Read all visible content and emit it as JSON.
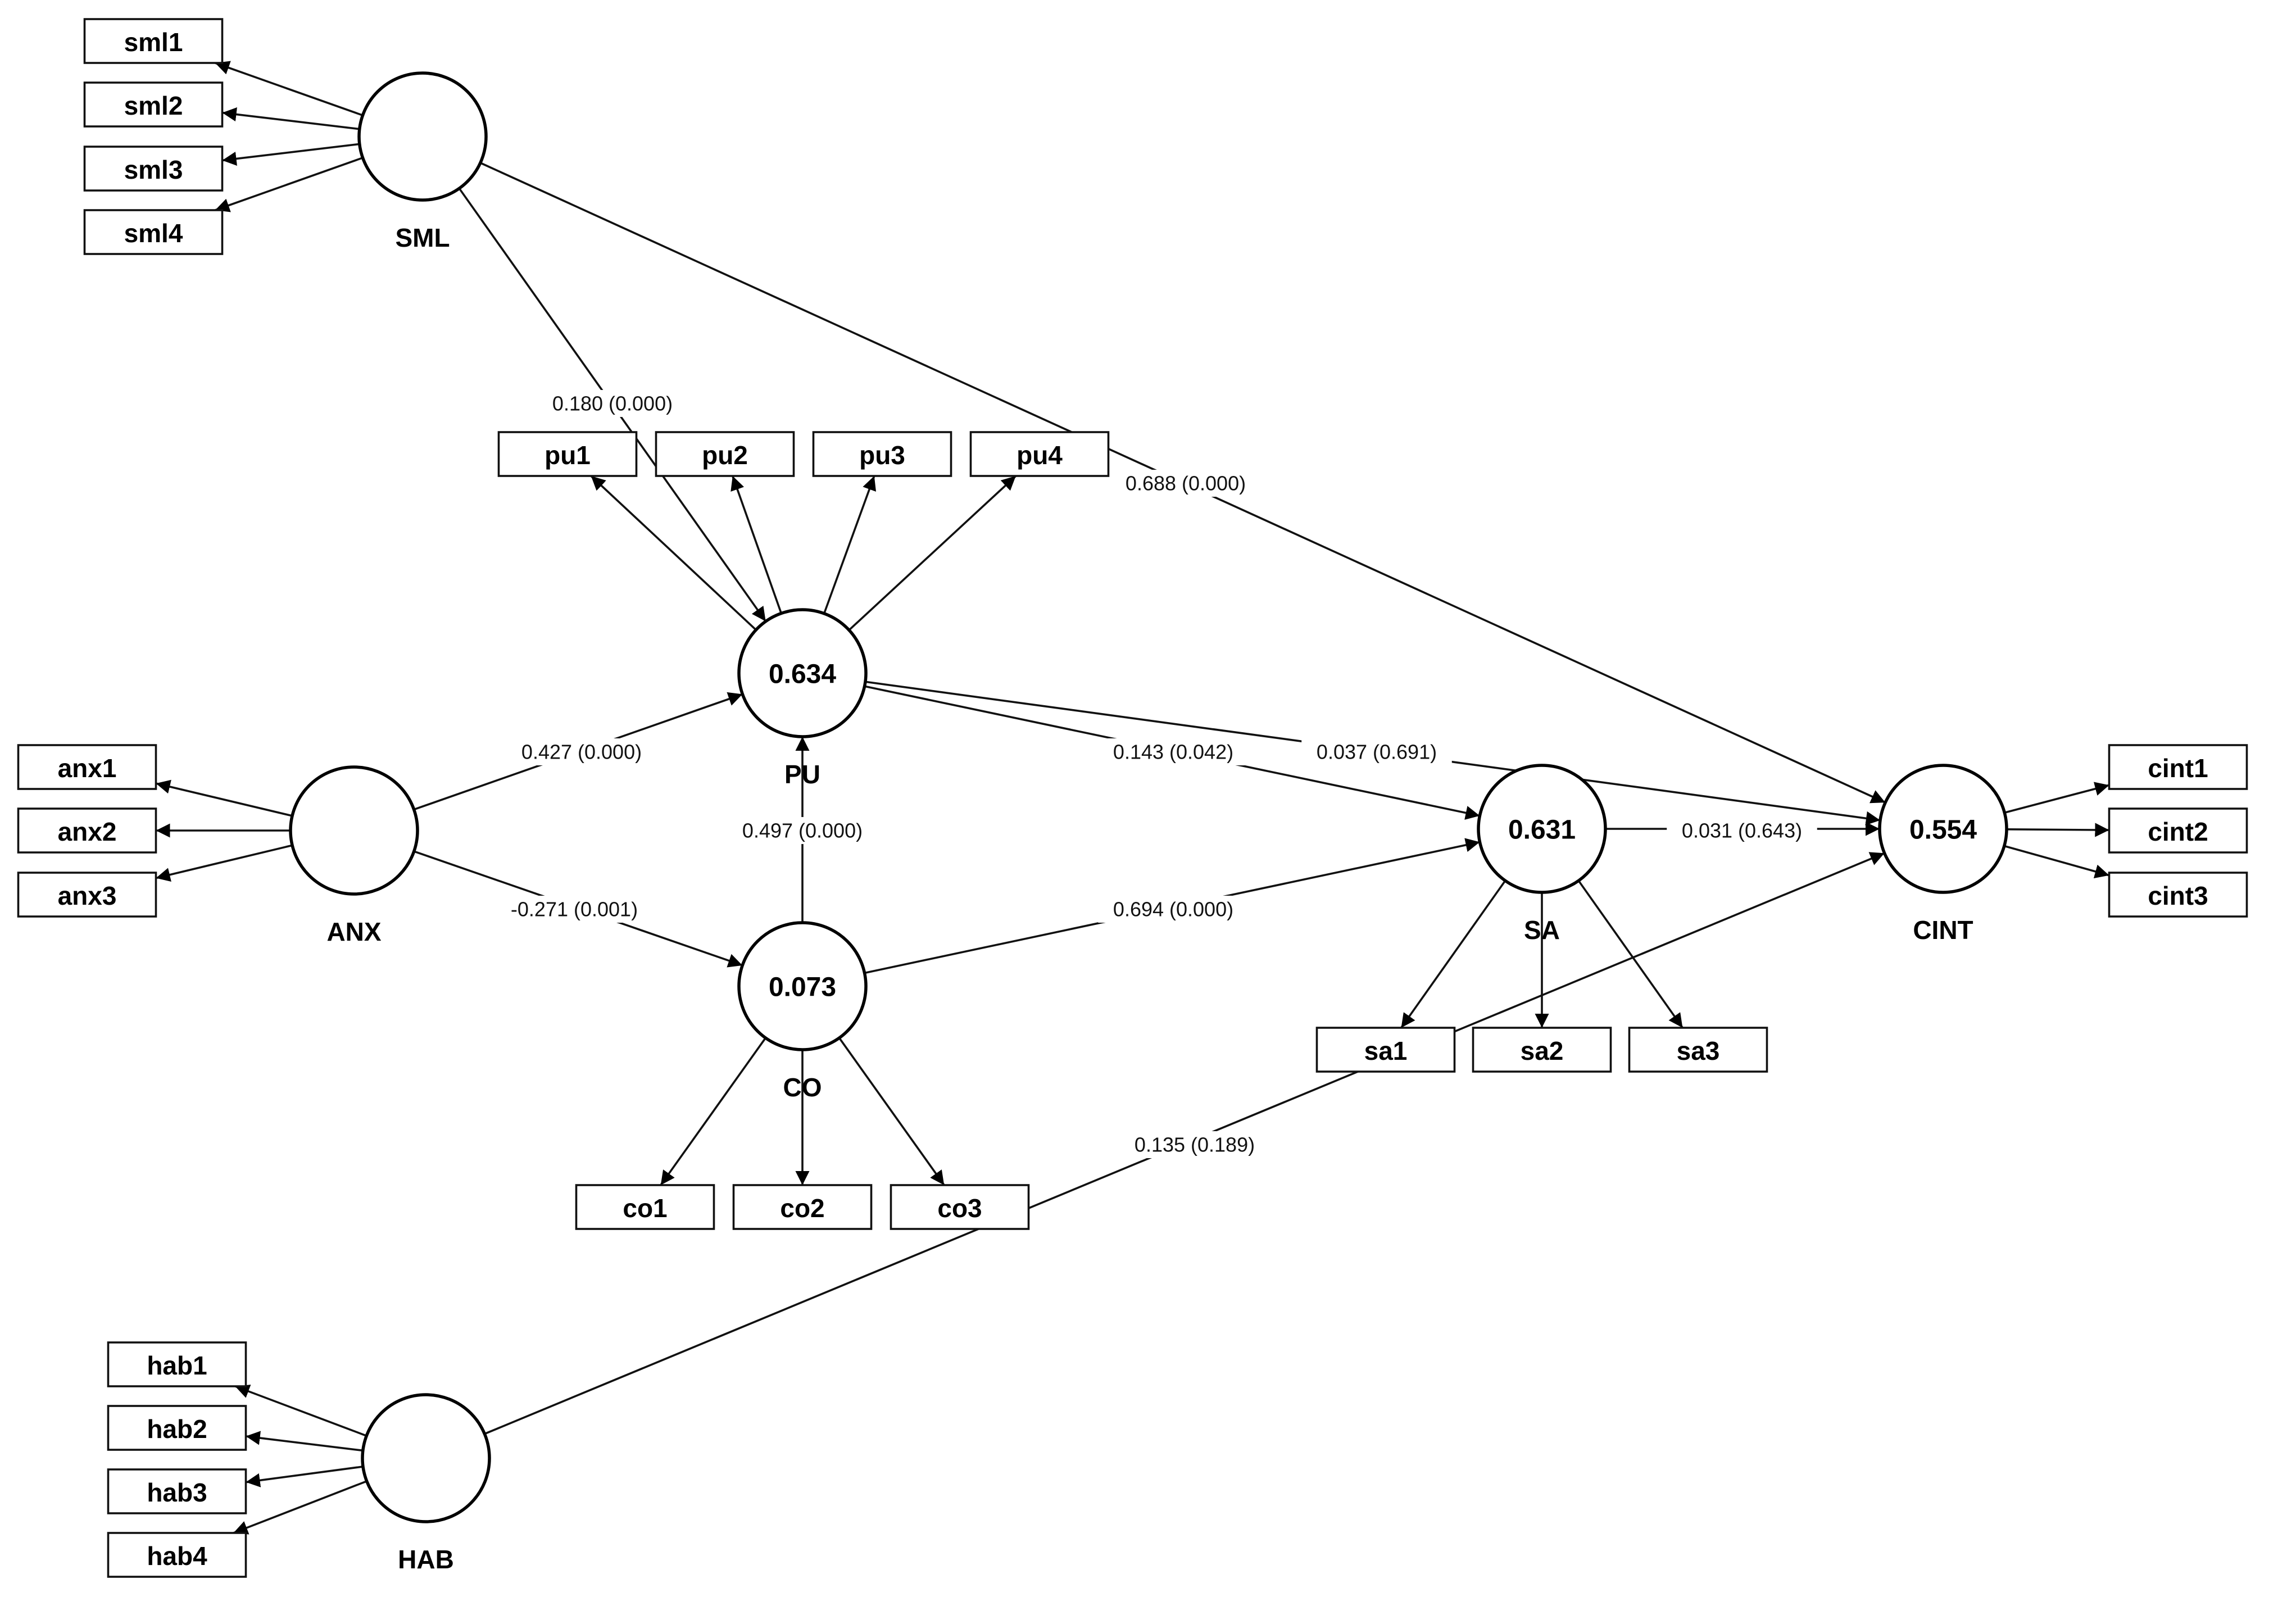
{
  "latent_variables": [
    {
      "id": "SML",
      "name": "SML",
      "r2": ""
    },
    {
      "id": "PU",
      "name": "PU",
      "r2": "0.634"
    },
    {
      "id": "ANX",
      "name": "ANX",
      "r2": ""
    },
    {
      "id": "CO",
      "name": "CO",
      "r2": "0.073"
    },
    {
      "id": "SA",
      "name": "SA",
      "r2": "0.631"
    },
    {
      "id": "CINT",
      "name": "CINT",
      "r2": "0.554"
    },
    {
      "id": "HAB",
      "name": "HAB",
      "r2": ""
    }
  ],
  "indicators": [
    {
      "id": "sml1",
      "label": "sml1",
      "construct": "SML"
    },
    {
      "id": "sml2",
      "label": "sml2",
      "construct": "SML"
    },
    {
      "id": "sml3",
      "label": "sml3",
      "construct": "SML"
    },
    {
      "id": "sml4",
      "label": "sml4",
      "construct": "SML"
    },
    {
      "id": "pu1",
      "label": "pu1",
      "construct": "PU"
    },
    {
      "id": "pu2",
      "label": "pu2",
      "construct": "PU"
    },
    {
      "id": "pu3",
      "label": "pu3",
      "construct": "PU"
    },
    {
      "id": "pu4",
      "label": "pu4",
      "construct": "PU"
    },
    {
      "id": "anx1",
      "label": "anx1",
      "construct": "ANX"
    },
    {
      "id": "anx2",
      "label": "anx2",
      "construct": "ANX"
    },
    {
      "id": "anx3",
      "label": "anx3",
      "construct": "ANX"
    },
    {
      "id": "co1",
      "label": "co1",
      "construct": "CO"
    },
    {
      "id": "co2",
      "label": "co2",
      "construct": "CO"
    },
    {
      "id": "co3",
      "label": "co3",
      "construct": "CO"
    },
    {
      "id": "sa1",
      "label": "sa1",
      "construct": "SA"
    },
    {
      "id": "sa2",
      "label": "sa2",
      "construct": "SA"
    },
    {
      "id": "sa3",
      "label": "sa3",
      "construct": "SA"
    },
    {
      "id": "cint1",
      "label": "cint1",
      "construct": "CINT"
    },
    {
      "id": "cint2",
      "label": "cint2",
      "construct": "CINT"
    },
    {
      "id": "cint3",
      "label": "cint3",
      "construct": "CINT"
    },
    {
      "id": "hab1",
      "label": "hab1",
      "construct": "HAB"
    },
    {
      "id": "hab2",
      "label": "hab2",
      "construct": "HAB"
    },
    {
      "id": "hab3",
      "label": "hab3",
      "construct": "HAB"
    },
    {
      "id": "hab4",
      "label": "hab4",
      "construct": "HAB"
    }
  ],
  "paths": [
    {
      "from": "SML",
      "to": "PU",
      "label": "0.180 (0.000)"
    },
    {
      "from": "SML",
      "to": "CINT",
      "label": "0.688 (0.000)"
    },
    {
      "from": "ANX",
      "to": "PU",
      "label": "0.427 (0.000)"
    },
    {
      "from": "ANX",
      "to": "CO",
      "label": "-0.271 (0.001)"
    },
    {
      "from": "CO",
      "to": "PU",
      "label": "0.497 (0.000)"
    },
    {
      "from": "PU",
      "to": "SA",
      "label": "0.143 (0.042)"
    },
    {
      "from": "PU",
      "to": "CINT",
      "label": "0.037 (0.691)"
    },
    {
      "from": "CO",
      "to": "SA",
      "label": "0.694 (0.000)"
    },
    {
      "from": "SA",
      "to": "CINT",
      "label": "0.031 (0.643)"
    },
    {
      "from": "HAB",
      "to": "CINT",
      "label": "0.135 (0.189)"
    }
  ]
}
